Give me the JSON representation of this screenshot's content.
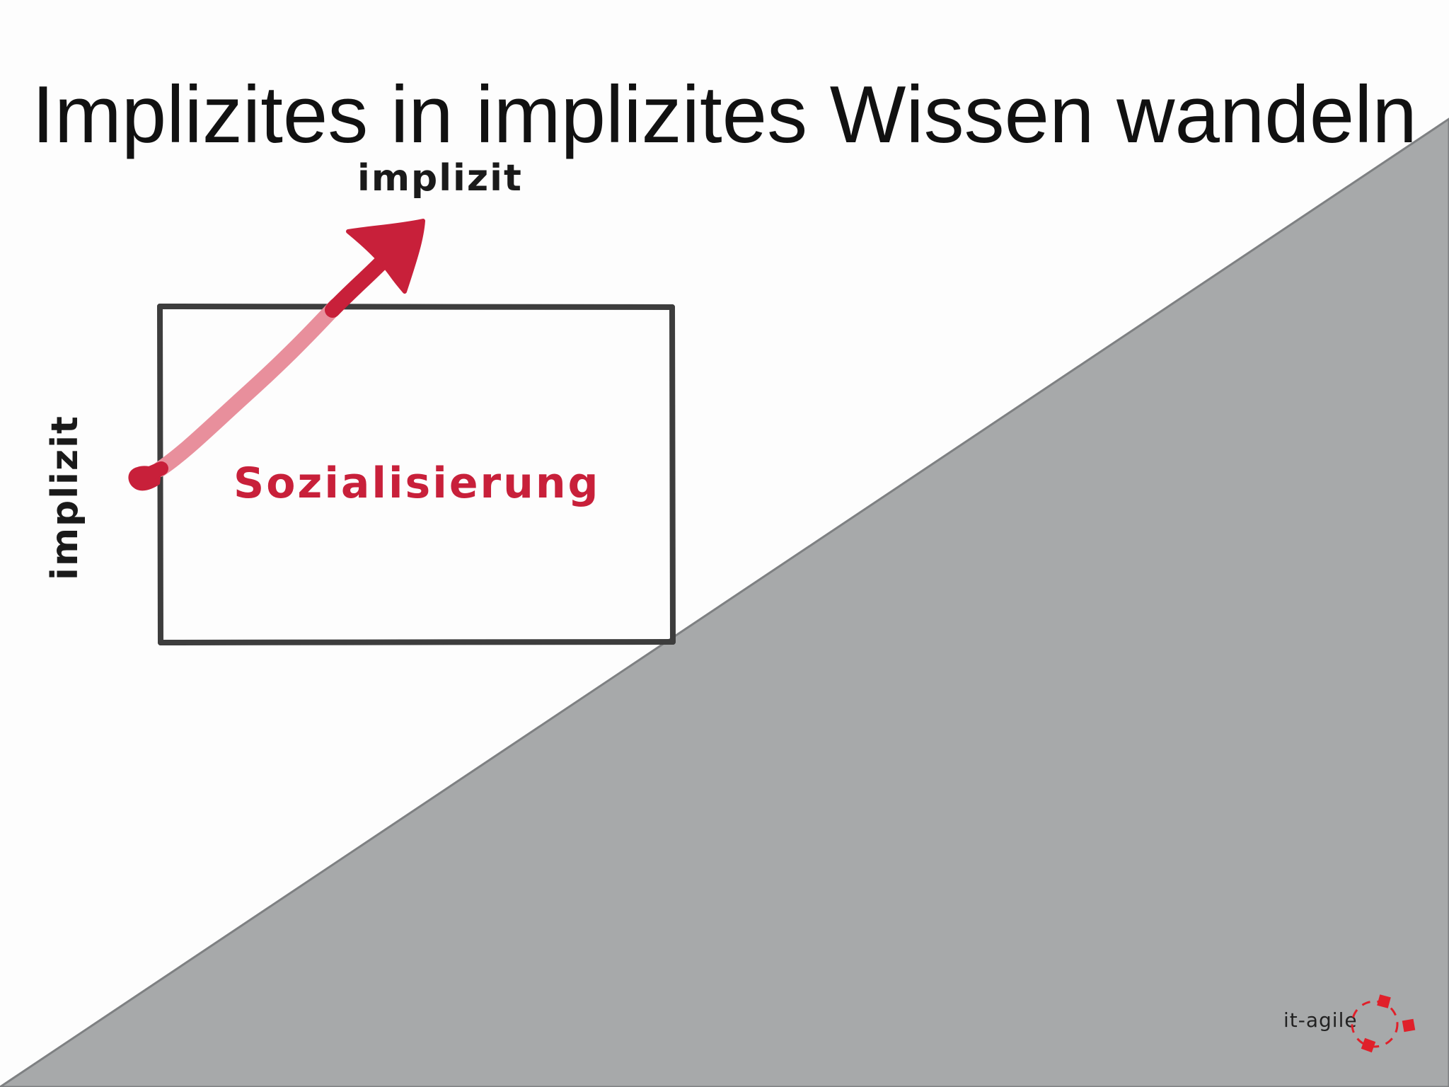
{
  "title": "Implizites in implizites Wissen wandeln",
  "diagram": {
    "y_axis_label": "implizit",
    "x_axis_label": "implizit",
    "quadrant_label": "Sozialisierung",
    "arrow_color": "#c8203a",
    "arrow_faded_color": "#e88f9c",
    "box_color": "#3d3d3d",
    "background_triangle_color": "#a7a9aa"
  },
  "logo": {
    "text": "it-agile",
    "accent_color": "#e0202a"
  }
}
